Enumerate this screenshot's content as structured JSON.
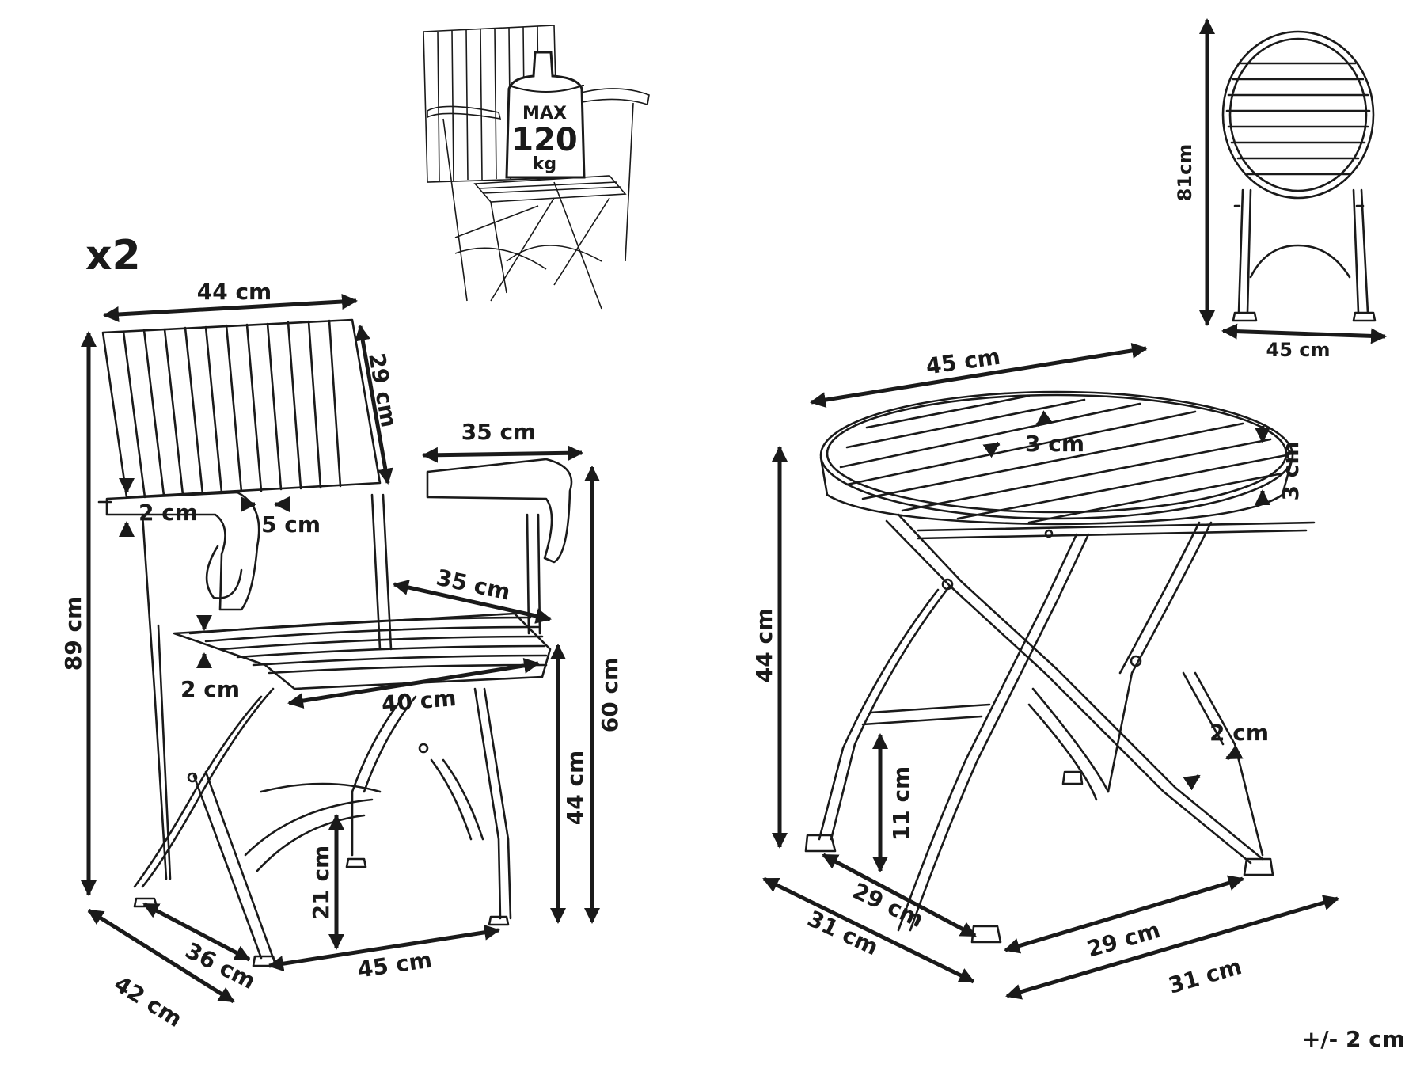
{
  "quantity": "x2",
  "max_load": {
    "line1": "MAX",
    "line2": "120",
    "line3": "kg"
  },
  "tolerance": "+/- 2 cm",
  "chair": {
    "width_top": "44 cm",
    "backrest_height": "29 cm",
    "armrest_length": "35 cm",
    "armrest_thickness": "2 cm",
    "armrest_width": "5 cm",
    "total_height": "89 cm",
    "seat_depth": "35 cm",
    "seat_thickness": "2 cm",
    "seat_width": "40 cm",
    "armrest_height": "60 cm",
    "seat_height": "44 cm",
    "stretcher_height": "21 cm",
    "base_depth_inner": "36 cm",
    "base_depth_outer": "42 cm",
    "base_width": "45 cm"
  },
  "folded_table": {
    "height": "81cm",
    "width": "45 cm"
  },
  "table": {
    "diameter": "45 cm",
    "slat_gap": "3 cm",
    "top_thickness": "3 cm",
    "height": "44 cm",
    "leg_thickness": "2 cm",
    "stretcher_height": "11 cm",
    "base_inner_left": "29 cm",
    "base_outer_left": "31 cm",
    "base_inner_right": "29 cm",
    "base_outer_right": "31 cm"
  }
}
